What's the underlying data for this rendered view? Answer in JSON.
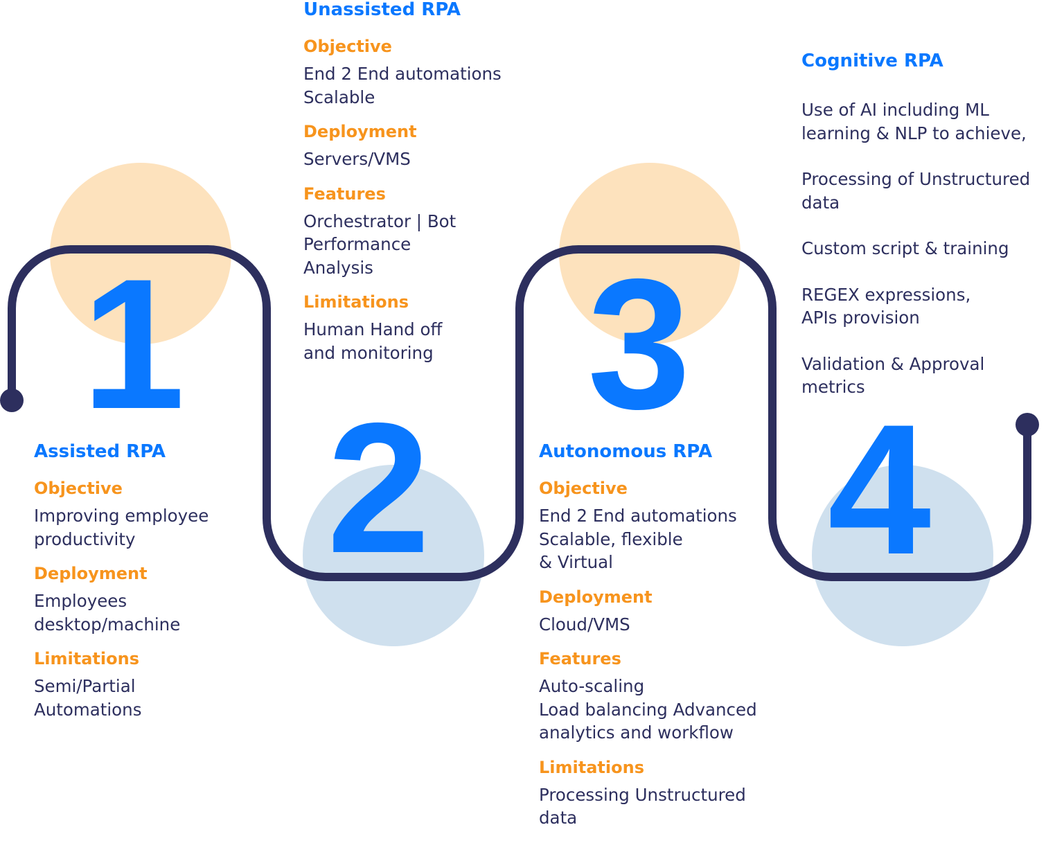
{
  "colors": {
    "accent_blue": "#0a78ff",
    "label_orange": "#f7941d",
    "navy": "#2d2f5e",
    "peach": "#fde2bd",
    "light_blue": "#cfe0ee"
  },
  "steps": [
    {
      "number": "1",
      "title": "Assisted RPA",
      "sections": [
        {
          "label": "Objective",
          "text": "Improving employee\nproductivity"
        },
        {
          "label": "Deployment",
          "text": "Employees\ndesktop/machine"
        },
        {
          "label": "Limitations",
          "text": "Semi/Partial\nAutomations"
        }
      ]
    },
    {
      "number": "2",
      "title": "Unassisted RPA",
      "sections": [
        {
          "label": "Objective",
          "text": "End 2 End automations\nScalable"
        },
        {
          "label": "Deployment",
          "text": "Servers/VMS"
        },
        {
          "label": "Features",
          "text": "Orchestrator | Bot\nPerformance\nAnalysis"
        },
        {
          "label": "Limitations",
          "text": "Human Hand off\nand monitoring"
        }
      ]
    },
    {
      "number": "3",
      "title": "Autonomous RPA",
      "sections": [
        {
          "label": "Objective",
          "text": "End 2 End automations\nScalable, flexible\n& Virtual"
        },
        {
          "label": "Deployment",
          "text": "Cloud/VMS"
        },
        {
          "label": "Features",
          "text": "Auto-scaling\nLoad balancing Advanced\nanalytics and workflow"
        },
        {
          "label": "Limitations",
          "text": "Processing Unstructured\ndata"
        }
      ]
    },
    {
      "number": "4",
      "title": "Cognitive RPA",
      "items": [
        "Use of AI including ML\nlearning & NLP to achieve,",
        "Processing of Unstructured\ndata",
        "Custom script & training",
        "REGEX expressions,\nAPIs provision",
        "Validation & Approval\nmetrics"
      ]
    }
  ]
}
